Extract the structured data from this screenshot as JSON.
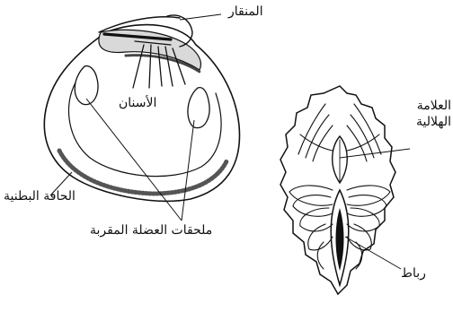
{
  "labels": {
    "beak": "المنقار",
    "teeth": "الأسنان",
    "ventral_margin": "الحافة البطنية",
    "adductor_scars": "ملحقات العضلة المقربة",
    "lunule_line1": "العلامة",
    "lunule_line2": "الهلالية",
    "ligament": "رباط"
  },
  "colors": {
    "ink": "#111111",
    "paper": "#ffffff",
    "stipple": "#555555"
  }
}
